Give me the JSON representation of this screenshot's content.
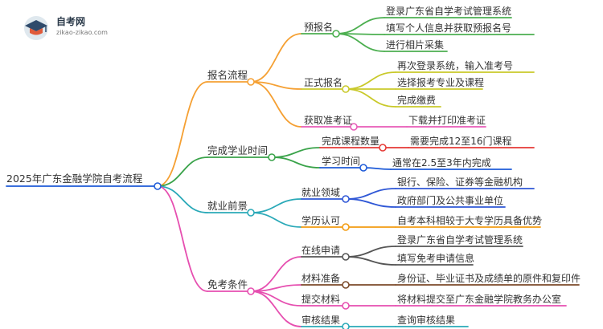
{
  "logo": {
    "name": "自考网",
    "url": "zikao-zikao.com"
  },
  "mindmap": {
    "root": "2025年广东金融学院自考流程",
    "branches": [
      {
        "label": "报名流程",
        "color": "#f5a033",
        "children": [
          {
            "label": "预报名",
            "color": "#4caf50",
            "children": [
              "登录广东省自学考试管理系统",
              "填写个人信息并获取预报名号",
              "进行相片采集"
            ]
          },
          {
            "label": "正式报名",
            "color": "#c9c92a",
            "children": [
              "再次登录系统，输入准考号",
              "选择报考专业及课程",
              "完成缴费"
            ]
          },
          {
            "label": "获取准考证",
            "color": "#e85bb8",
            "children": [
              "下载并打印准考证"
            ]
          }
        ]
      },
      {
        "label": "完成学业时间",
        "color": "#3aa34a",
        "children": [
          {
            "label": "完成课程数量",
            "color": "#e53935",
            "children": [
              "需要完成12至16门课程"
            ]
          },
          {
            "label": "学习时间",
            "color": "#1e5bd8",
            "children": [
              "通常在2.5至3年内完成"
            ]
          }
        ]
      },
      {
        "label": "就业前景",
        "color": "#2aa9b8",
        "children": [
          {
            "label": "就业领域",
            "color": "#2f57d6",
            "children": [
              "银行、保险、证券等金融机构",
              "政府部门及公共事业单位"
            ]
          },
          {
            "label": "学历认可",
            "color": "#f39c12",
            "children": [
              "自考本科相较于大专学历具备优势"
            ]
          }
        ]
      },
      {
        "label": "免考条件",
        "color": "#e64fb0",
        "children": [
          {
            "label": "在线申请",
            "color": "#555555",
            "children": [
              "登录广东省自学考试管理系统",
              "填写免考申请信息"
            ]
          },
          {
            "label": "材料准备",
            "color": "#7b4a2a",
            "children": [
              "身份证、毕业证书及成绩单的原件和复印件"
            ]
          },
          {
            "label": "提交材料",
            "color": "#e64fb0",
            "children": [
              "将材料提交至广东金融学院教务办公室"
            ]
          },
          {
            "label": "审核结果",
            "color": "#2aa9b8",
            "children": [
              "查询审核结果"
            ]
          }
        ]
      }
    ]
  }
}
